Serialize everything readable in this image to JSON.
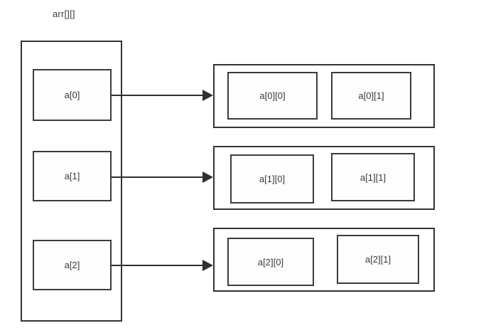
{
  "diagram": {
    "title": "arr[][]",
    "type": "2d-array-memory-layout",
    "reference_column": {
      "label": "arr[][]",
      "cells": [
        {
          "label": "a[0]"
        },
        {
          "label": "a[1]"
        },
        {
          "label": "a[2]"
        }
      ]
    },
    "rows": [
      {
        "ref": "a[0]",
        "elements": [
          {
            "label": "a[0][0]"
          },
          {
            "label": "a[0][1]"
          }
        ]
      },
      {
        "ref": "a[1]",
        "elements": [
          {
            "label": "a[1][0]"
          },
          {
            "label": "a[1][1]"
          }
        ]
      },
      {
        "ref": "a[2]",
        "elements": [
          {
            "label": "a[2][0]"
          },
          {
            "label": "a[2][1]"
          }
        ]
      }
    ],
    "colors": {
      "background": "#ffffff",
      "outer_border": "#333333",
      "cell_border": "#3b3b3b",
      "text": "#3a3a3a",
      "arrow": "#2f2f2f"
    }
  }
}
